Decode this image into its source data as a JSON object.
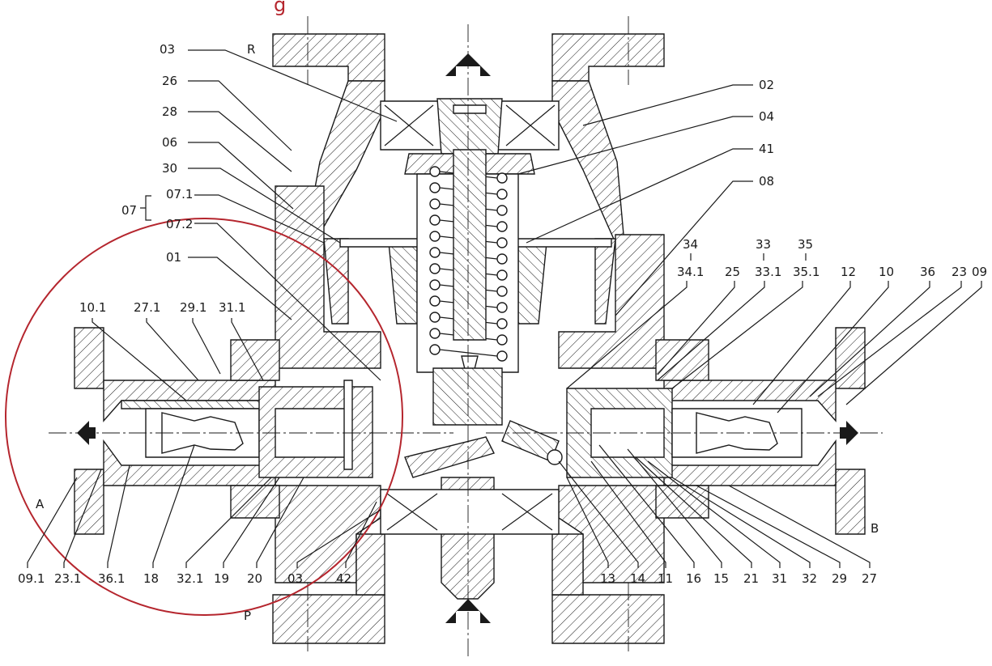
{
  "title_fragment": "g",
  "colors": {
    "ink": "#1a1a1a",
    "accent": "#b5262e"
  },
  "ports": {
    "r": "R",
    "p": "P",
    "a": "A",
    "b": "B"
  },
  "group_label": "07",
  "left_labels": [
    {
      "id": "03",
      "text": "03"
    },
    {
      "id": "26",
      "text": "26"
    },
    {
      "id": "28",
      "text": "28"
    },
    {
      "id": "06",
      "text": "06"
    },
    {
      "id": "30",
      "text": "30"
    },
    {
      "id": "07-1",
      "text": "07.1"
    },
    {
      "id": "07-2",
      "text": "07.2"
    },
    {
      "id": "01",
      "text": "01"
    }
  ],
  "right_labels": [
    {
      "id": "02",
      "text": "02"
    },
    {
      "id": "04",
      "text": "04"
    },
    {
      "id": "41",
      "text": "41"
    },
    {
      "id": "08",
      "text": "08"
    }
  ],
  "upper_left_row": [
    {
      "id": "10-1",
      "text": "10.1"
    },
    {
      "id": "27-1",
      "text": "27.1"
    },
    {
      "id": "29-1",
      "text": "29.1"
    },
    {
      "id": "31-1",
      "text": "31.1"
    }
  ],
  "right_top_stacked": [
    {
      "id": "34",
      "text": "34"
    },
    {
      "id": "33",
      "text": "33"
    },
    {
      "id": "35",
      "text": "35"
    }
  ],
  "right_top_row": [
    {
      "id": "34-1",
      "text": "34.1"
    },
    {
      "id": "25",
      "text": "25"
    },
    {
      "id": "33-1",
      "text": "33.1"
    },
    {
      "id": "35-1",
      "text": "35.1"
    },
    {
      "id": "12",
      "text": "12"
    },
    {
      "id": "10",
      "text": "10"
    },
    {
      "id": "36",
      "text": "36"
    },
    {
      "id": "23",
      "text": "23"
    },
    {
      "id": "09",
      "text": "09"
    }
  ],
  "bottom_left_row": [
    {
      "id": "09-1",
      "text": "09.1"
    },
    {
      "id": "23-1",
      "text": "23.1"
    },
    {
      "id": "36-1",
      "text": "36.1"
    },
    {
      "id": "18",
      "text": "18"
    },
    {
      "id": "32-1",
      "text": "32.1"
    },
    {
      "id": "19",
      "text": "19"
    },
    {
      "id": "20",
      "text": "20"
    },
    {
      "id": "03b",
      "text": "03"
    },
    {
      "id": "42",
      "text": "42"
    }
  ],
  "bottom_right_row": [
    {
      "id": "13",
      "text": "13"
    },
    {
      "id": "14",
      "text": "14"
    },
    {
      "id": "11",
      "text": "11"
    },
    {
      "id": "16",
      "text": "16"
    },
    {
      "id": "15",
      "text": "15"
    },
    {
      "id": "21",
      "text": "21"
    },
    {
      "id": "31",
      "text": "31"
    },
    {
      "id": "32",
      "text": "32"
    },
    {
      "id": "29",
      "text": "29"
    },
    {
      "id": "27",
      "text": "27"
    }
  ]
}
